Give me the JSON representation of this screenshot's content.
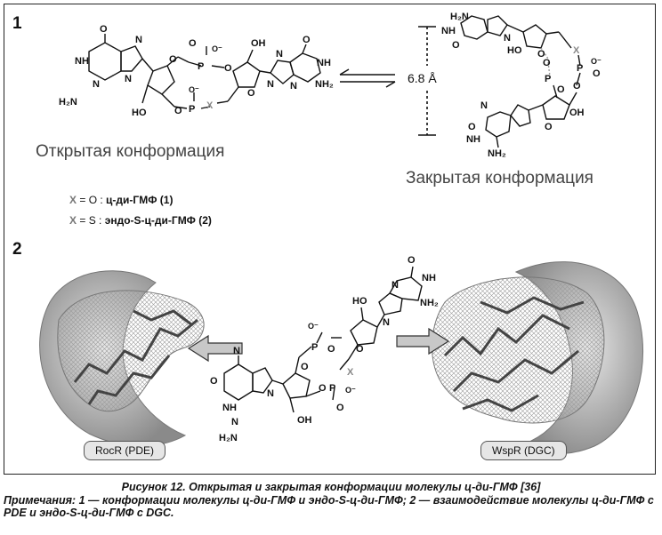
{
  "figure": {
    "panel1_number": "1",
    "panel2_number": "2",
    "open_label": "Открытая конформация",
    "closed_label": "Закрытая конформация",
    "distance": "6.8 Å",
    "legend": [
      {
        "symbol": "X",
        "rest_prefix": " = O : ",
        "compound": "ц-ди-ГМФ (1)"
      },
      {
        "symbol": "X",
        "rest_prefix": " = S : ",
        "compound": "эндо-S-ц-ди-ГМФ (2)"
      }
    ],
    "protein_left_label": "RocR (PDE)",
    "protein_right_label": "WspR (DGC)",
    "atoms": {
      "O": "O",
      "N": "N",
      "NH": "NH",
      "NH2": "NH₂",
      "H2N": "H₂N",
      "N_H": "N",
      "OH": "OH",
      "HO": "HO",
      "P": "P",
      "X": "X",
      "Ominus": "O⁻"
    }
  },
  "caption": {
    "title": "Рисунок 12. Открытая и закрытая конформации молекулы ц-ди-ГМФ [36]",
    "notes": "Примечания: 1 — конформации молекулы ц-ди-ГМФ и эндо-S-ц-ди-ГМФ; 2 — взаимодействие молекулы ц-ди-ГМФ с PDE и эндо-S-ц-ди-ГМФ с DGC."
  }
}
